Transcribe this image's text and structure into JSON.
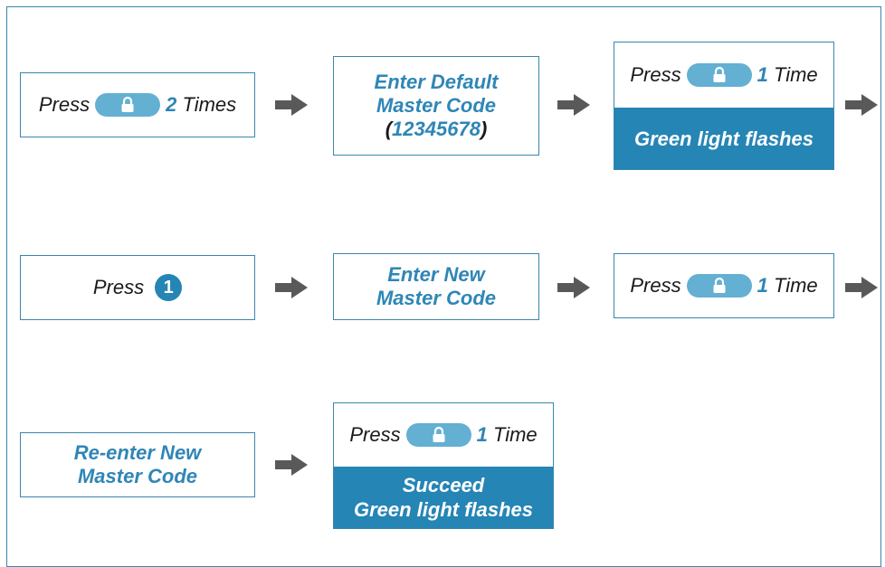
{
  "colors": {
    "accent": "#2585b5",
    "border": "#3a86ad",
    "button": "#63b0d3",
    "arrow": "#595959"
  },
  "row1": {
    "step1": {
      "press": "Press",
      "count": "2",
      "times": "Times"
    },
    "step2": {
      "line1": "Enter Default",
      "line2": "Master Code",
      "paren_open": "(",
      "code": "12345678",
      "paren_close": ")"
    },
    "step3": {
      "press": "Press",
      "count": "1",
      "times": "Time",
      "result": "Green light flashes"
    }
  },
  "row2": {
    "step1": {
      "press": "Press",
      "number": "1"
    },
    "step2": {
      "line1": "Enter New",
      "line2": "Master Code"
    },
    "step3": {
      "press": "Press",
      "count": "1",
      "times": "Time"
    }
  },
  "row3": {
    "step1": {
      "line1": "Re-enter New",
      "line2": "Master Code"
    },
    "step2": {
      "press": "Press",
      "count": "1",
      "times": "Time",
      "result1": "Succeed",
      "result2": "Green light flashes"
    }
  },
  "icons": {
    "lock_button": "lock-icon",
    "arrow": "right-arrow-icon"
  }
}
